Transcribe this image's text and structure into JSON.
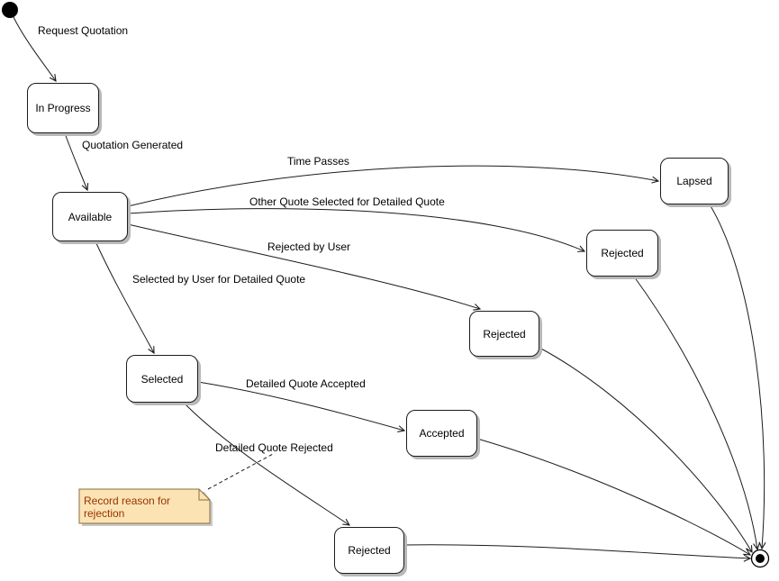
{
  "diagram": {
    "kind": "uml-state-diagram",
    "states": [
      {
        "id": "in-progress",
        "label": "In Progress"
      },
      {
        "id": "available",
        "label": "Available"
      },
      {
        "id": "lapsed",
        "label": "Lapsed"
      },
      {
        "id": "rejected-top",
        "label": "Rejected"
      },
      {
        "id": "rejected-middle",
        "label": "Rejected"
      },
      {
        "id": "selected",
        "label": "Selected"
      },
      {
        "id": "accepted",
        "label": "Accepted"
      },
      {
        "id": "rejected-bottom",
        "label": "Rejected"
      }
    ],
    "pseudostates": {
      "initial": "initial-state-dot",
      "final": "final-state-bullseye"
    },
    "transitions": [
      {
        "label": "Request Quotation",
        "from": "initial",
        "to": "in-progress"
      },
      {
        "label": "Quotation Generated",
        "from": "in-progress",
        "to": "available"
      },
      {
        "label": "Time Passes",
        "from": "available",
        "to": "lapsed"
      },
      {
        "label": "Other Quote Selected for Detailed Quote",
        "from": "available",
        "to": "rejected-top"
      },
      {
        "label": "Rejected by User",
        "from": "available",
        "to": "rejected-middle"
      },
      {
        "label": "Selected by User for Detailed Quote",
        "from": "available",
        "to": "selected"
      },
      {
        "label": "Detailed Quote Accepted",
        "from": "selected",
        "to": "accepted"
      },
      {
        "label": "Detailed Quote Rejected",
        "from": "selected",
        "to": "rejected-bottom"
      },
      {
        "label": "",
        "from": "lapsed",
        "to": "final"
      },
      {
        "label": "",
        "from": "rejected-top",
        "to": "final"
      },
      {
        "label": "",
        "from": "rejected-middle",
        "to": "final"
      },
      {
        "label": "",
        "from": "accepted",
        "to": "final"
      },
      {
        "label": "",
        "from": "rejected-bottom",
        "to": "final"
      }
    ],
    "note": {
      "text": "Record reason for rejection",
      "attached_to": "Detailed Quote Rejected"
    },
    "colors": {
      "line": "#000000",
      "state_fill": "#FFFFFF",
      "state_border": "#000000",
      "state_shadow": "#B8B8B8",
      "note_fill": "#FBE3B4",
      "note_border": "#8A6D3B",
      "note_text": "#993300"
    }
  }
}
